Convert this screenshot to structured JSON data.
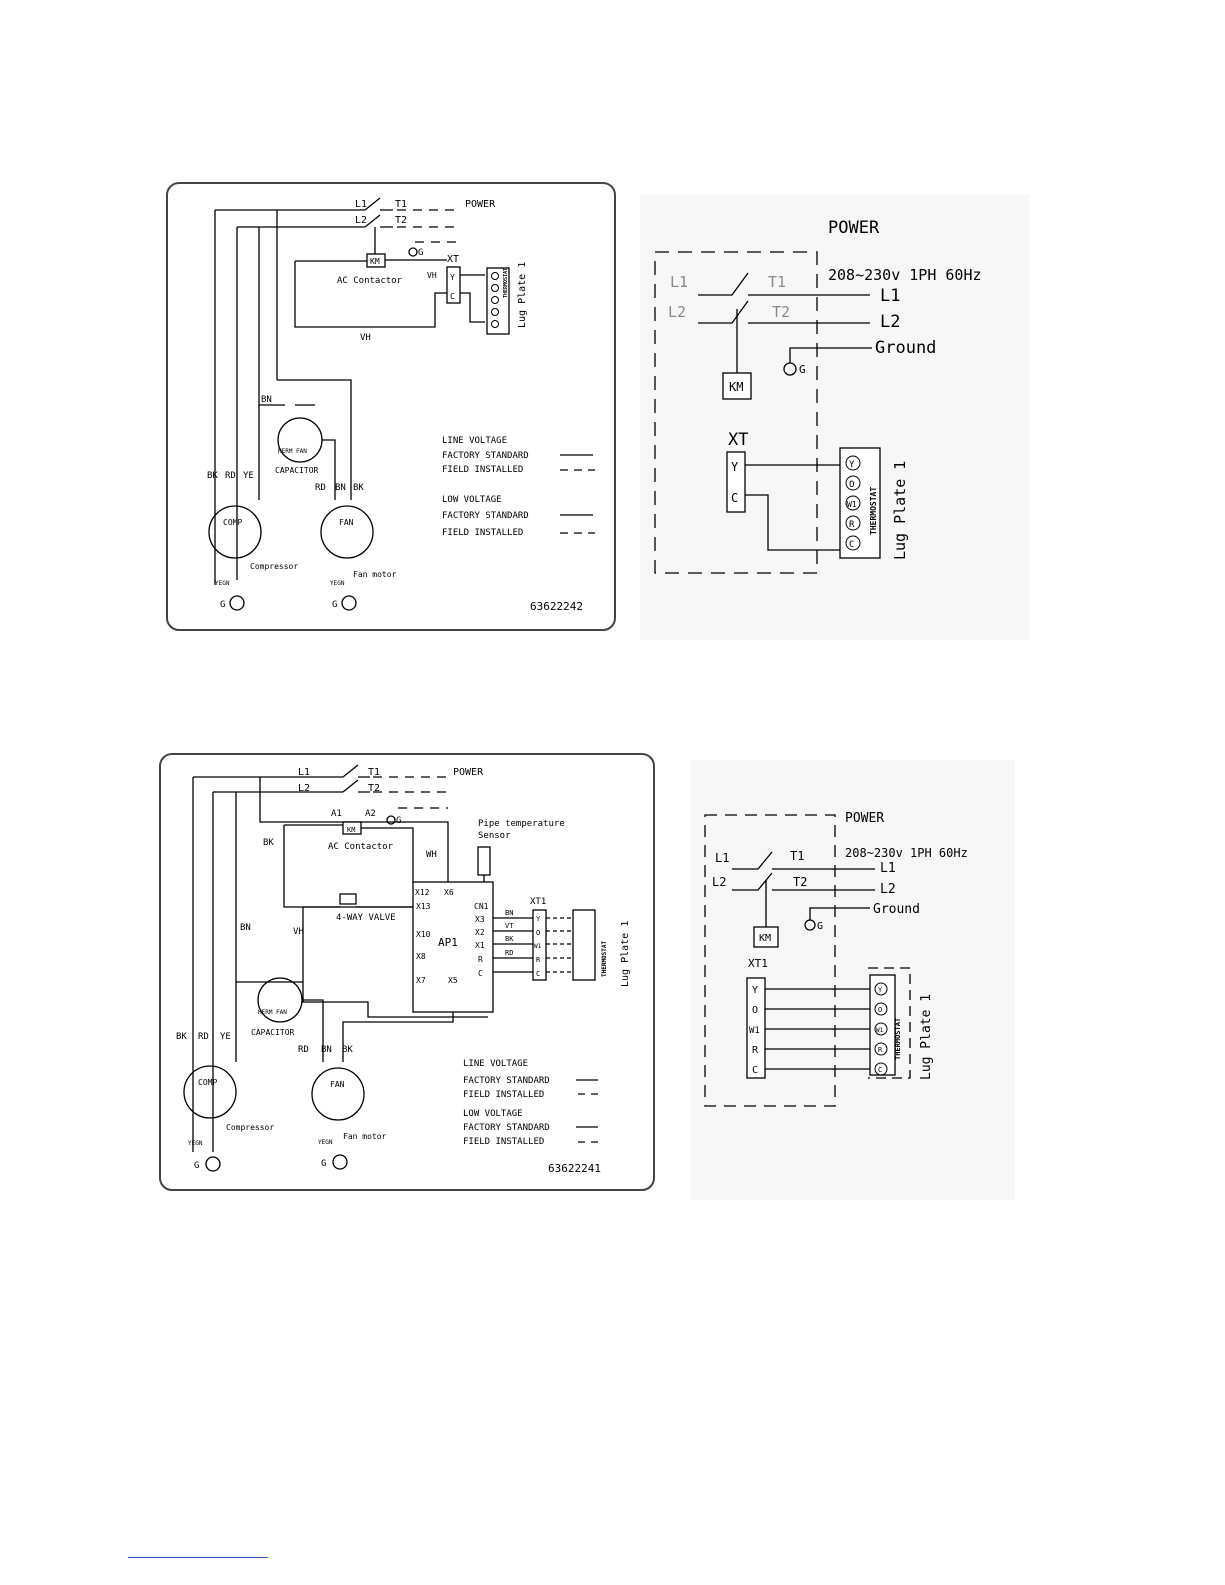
{
  "diagram1": {
    "power": "POWER",
    "l1": "L1",
    "l2": "L2",
    "t1": "T1",
    "t2": "T2",
    "g": "G",
    "km": "KM",
    "ac_contactor": "AC Contactor",
    "xt": "XT",
    "y": "Y",
    "c": "C",
    "vh1": "VH",
    "vh2": "VH",
    "lug_plate": "Lug Plate 1",
    "thermostat": "THERMOSTAT",
    "bn": "BN",
    "bk": "BK",
    "rd": "RD",
    "ye": "YE",
    "herm": "HERM FAN",
    "cap": "CAPACITOR",
    "comp": "COMP",
    "compressor": "Compressor",
    "fan": "FAN",
    "fan_motor": "Fan motor",
    "yegn": "YEGN",
    "legend": {
      "line_voltage": "LINE VOLTAGE",
      "factory_standard": "FACTORY STANDARD",
      "field_installed": "FIELD INSTALLED",
      "low_voltage": "LOW VOLTAGE"
    },
    "part_number": "63622242"
  },
  "schematic1": {
    "power": "POWER",
    "spec": "208~230v   1PH   60Hz",
    "l1": "L1",
    "l2": "L2",
    "t1": "T1",
    "t2": "T2",
    "ground": "Ground",
    "g": "G",
    "km": "KM",
    "xt": "XT",
    "terminals": [
      "Y",
      "C"
    ],
    "thermostat_terminals": [
      "Y",
      "O",
      "W1",
      "R",
      "C"
    ],
    "thermostat": "THERMOSTAT",
    "lug_plate": "Lug Plate 1"
  },
  "diagram2": {
    "power": "POWER",
    "l1": "L1",
    "l2": "L2",
    "t1": "T1",
    "t2": "T2",
    "a1": "A1",
    "a2": "A2",
    "g": "G",
    "km": "KM",
    "ac_contactor": "AC Contactor",
    "bk": "BK",
    "wh": "WH",
    "vh": "VH",
    "pipe_sensor_1": "Pipe temperature",
    "pipe_sensor_2": "Sensor",
    "four_way_valve": "4-WAY VALVE",
    "ap1": "AP1",
    "ports_left": [
      "X12",
      "X6",
      "X13",
      "X10",
      "X8",
      "X7",
      "X5"
    ],
    "cn1": "CN1",
    "ports_right": [
      "X3",
      "X2",
      "X1",
      "R",
      "C"
    ],
    "wire_colors": [
      "BN",
      "VT",
      "BK",
      "RD"
    ],
    "xt1": "XT1",
    "terminals": [
      "Y",
      "O",
      "W1",
      "R",
      "C"
    ],
    "thermostat": "THERMOSTAT",
    "lug_plate": "Lug Plate 1",
    "bn": "BN",
    "rd": "RD",
    "ye": "YE",
    "herm": "HERM FAN",
    "cap": "CAPACITOR",
    "comp": "COMP",
    "compressor": "Compressor",
    "fan": "FAN",
    "fan_motor": "Fan motor",
    "yegn": "YEGN",
    "legend": {
      "line_voltage": "LINE VOLTAGE",
      "factory_standard": "FACTORY STANDARD",
      "field_installed": "FIELD INSTALLED",
      "low_voltage": "LOW VOLTAGE"
    },
    "part_number": "63622241"
  },
  "schematic2": {
    "power": "POWER",
    "spec": "208~230v   1PH   60Hz",
    "l1": "L1",
    "l2": "L2",
    "t1": "T1",
    "t2": "T2",
    "ground": "Ground",
    "g": "G",
    "km": "KM",
    "xt1": "XT1",
    "terminals": [
      "Y",
      "O",
      "W1",
      "R",
      "C"
    ],
    "thermostat": "THERMOSTAT",
    "lug_plate": "Lug Plate 1"
  }
}
